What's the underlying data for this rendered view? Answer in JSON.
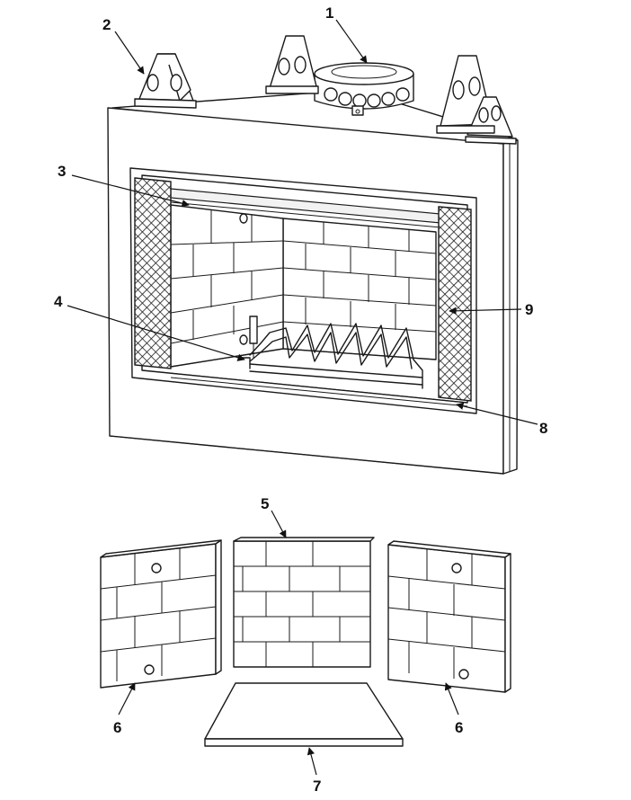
{
  "diagram": {
    "callouts": [
      {
        "id": "1",
        "label": "1"
      },
      {
        "id": "2",
        "label": "2"
      },
      {
        "id": "3",
        "label": "3"
      },
      {
        "id": "4",
        "label": "4"
      },
      {
        "id": "5",
        "label": "5"
      },
      {
        "id": "6a",
        "label": "6"
      },
      {
        "id": "6b",
        "label": "6"
      },
      {
        "id": "7",
        "label": "7"
      },
      {
        "id": "8",
        "label": "8"
      },
      {
        "id": "9",
        "label": "9"
      }
    ],
    "colors": {
      "line": "#1a1a1a",
      "background": "#ffffff",
      "callout_text": "#111111"
    }
  }
}
